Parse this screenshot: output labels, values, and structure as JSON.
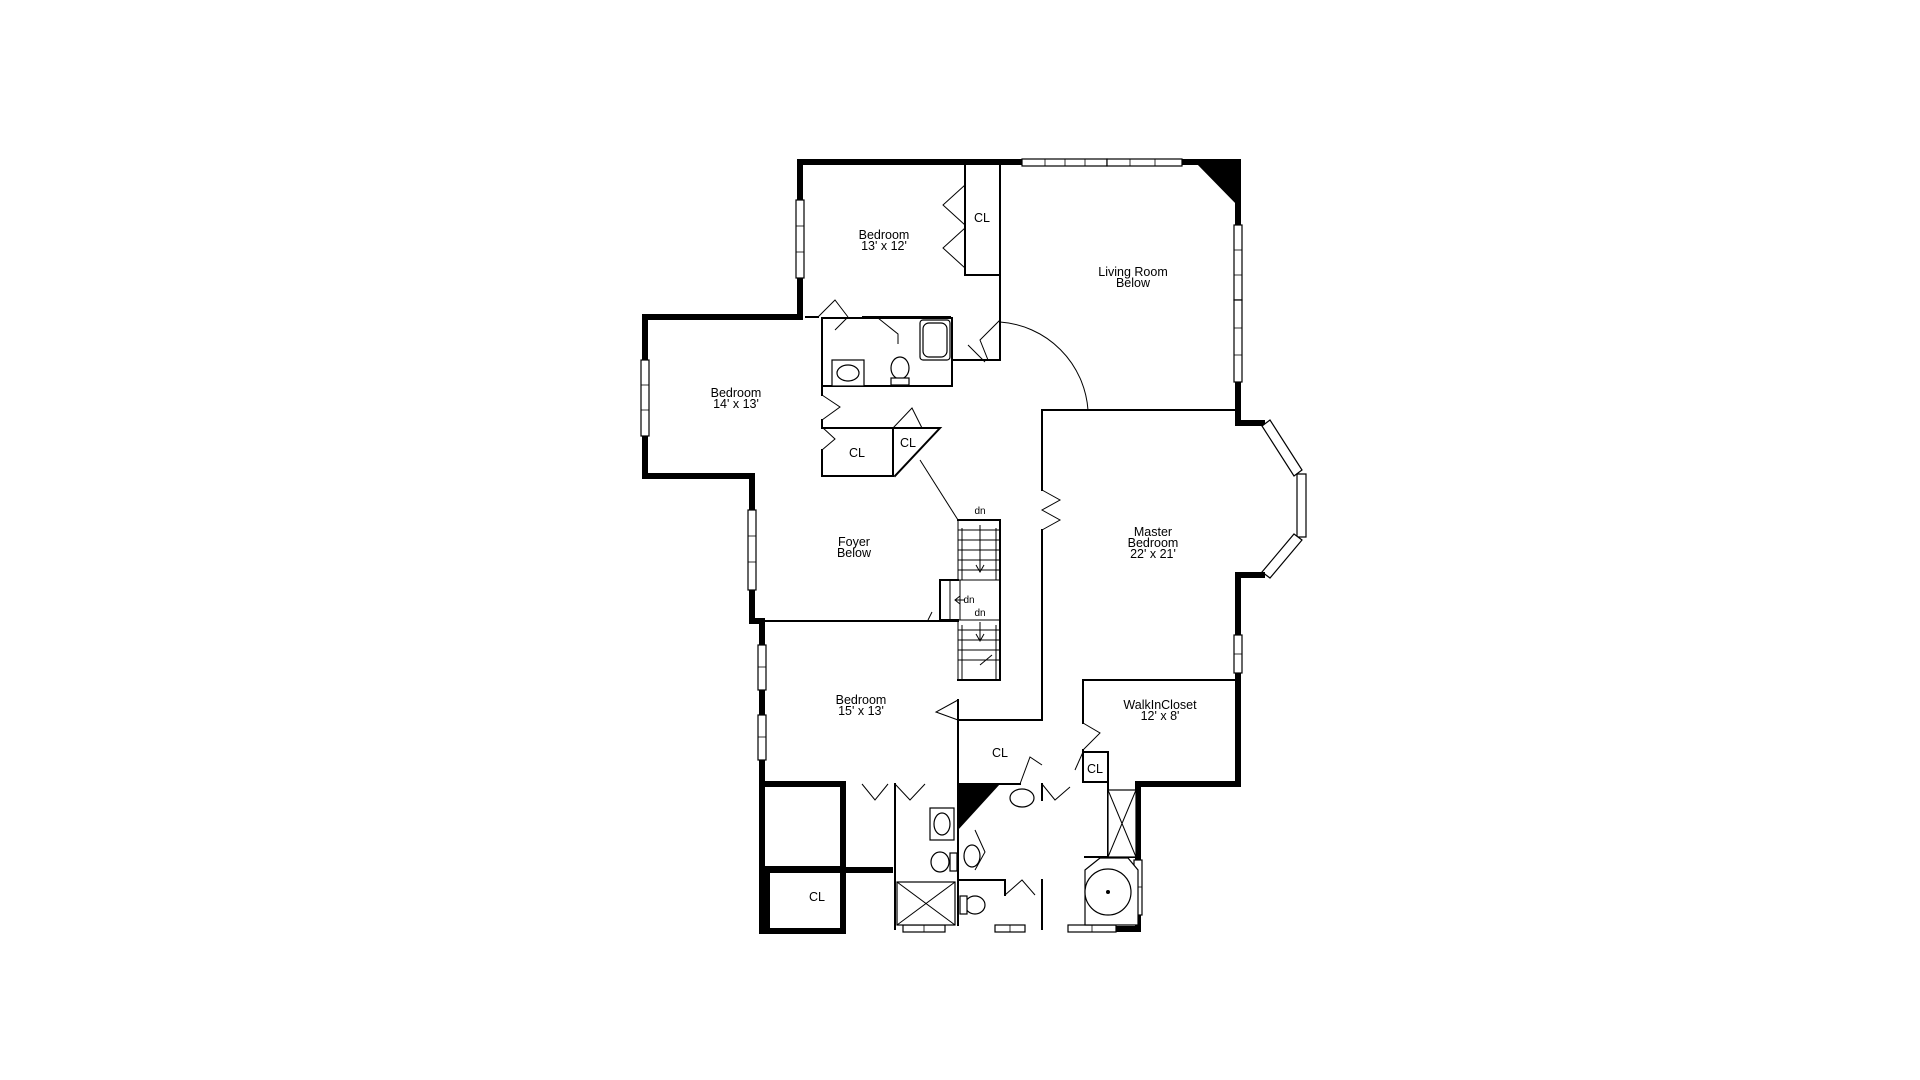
{
  "rooms": {
    "bedroom_top": {
      "name": "Bedroom",
      "size": "13' x 12'"
    },
    "bedroom_left": {
      "name": "Bedroom",
      "size": "14' x 13'"
    },
    "living_room": {
      "name": "Living Room",
      "note": "Below"
    },
    "foyer": {
      "name": "Foyer",
      "note": "Below"
    },
    "master_bedroom": {
      "line1": "Master",
      "line2": "Bedroom",
      "size": "22' x 21'"
    },
    "bedroom_bottom": {
      "name": "Bedroom",
      "size": "15' x 13'"
    },
    "walkin_closet": {
      "name": "WalkInCloset",
      "size": "12' x 8'"
    }
  },
  "closets": {
    "cl_top": "CL",
    "cl_left_a": "CL",
    "cl_left_b": "CL",
    "cl_center": "CL",
    "cl_master": "CL",
    "cl_bottom_left": "CL"
  },
  "stairs": {
    "dn_upper": "dn",
    "dn_landing": "dn",
    "dn_lower": "dn"
  },
  "colors": {
    "wall": "#000000",
    "background": "#ffffff"
  }
}
